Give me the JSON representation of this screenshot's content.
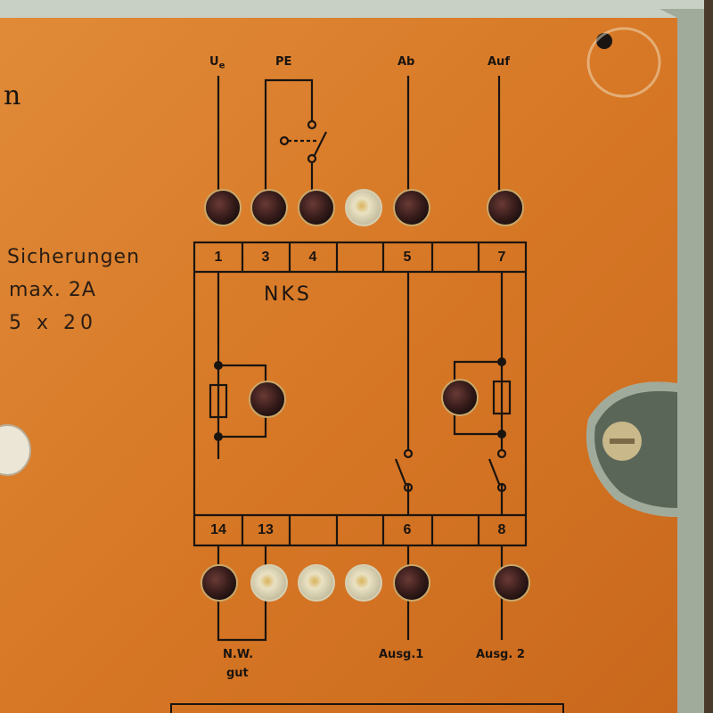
{
  "top_labels": {
    "ue_main": "U",
    "ue_sub": "e",
    "pe": "PE",
    "ab": "Ab",
    "auf": "Auf"
  },
  "fuse_info": {
    "line1": "Sicherungen",
    "line2": "max. 2A",
    "line3": "5 x 20"
  },
  "brand_fragment": "n",
  "module_name": "NKS",
  "top_terminals": [
    "1",
    "",
    "3",
    "4",
    "",
    "5",
    "",
    "7"
  ],
  "bottom_terminals": [
    "14",
    "13",
    "",
    "",
    "",
    "6",
    "",
    "8"
  ],
  "bottom_labels": {
    "nw_line1": "N.W.",
    "nw_line2": "gut",
    "ausg1": "Ausg.1",
    "ausg2": "Ausg. 2"
  },
  "colors": {
    "panel": "#d97a2a",
    "panel_shade": "#c4651d",
    "ink": "#1a1410",
    "led_dark": "#3a1c1c",
    "led_light": "#e8e2c8"
  }
}
